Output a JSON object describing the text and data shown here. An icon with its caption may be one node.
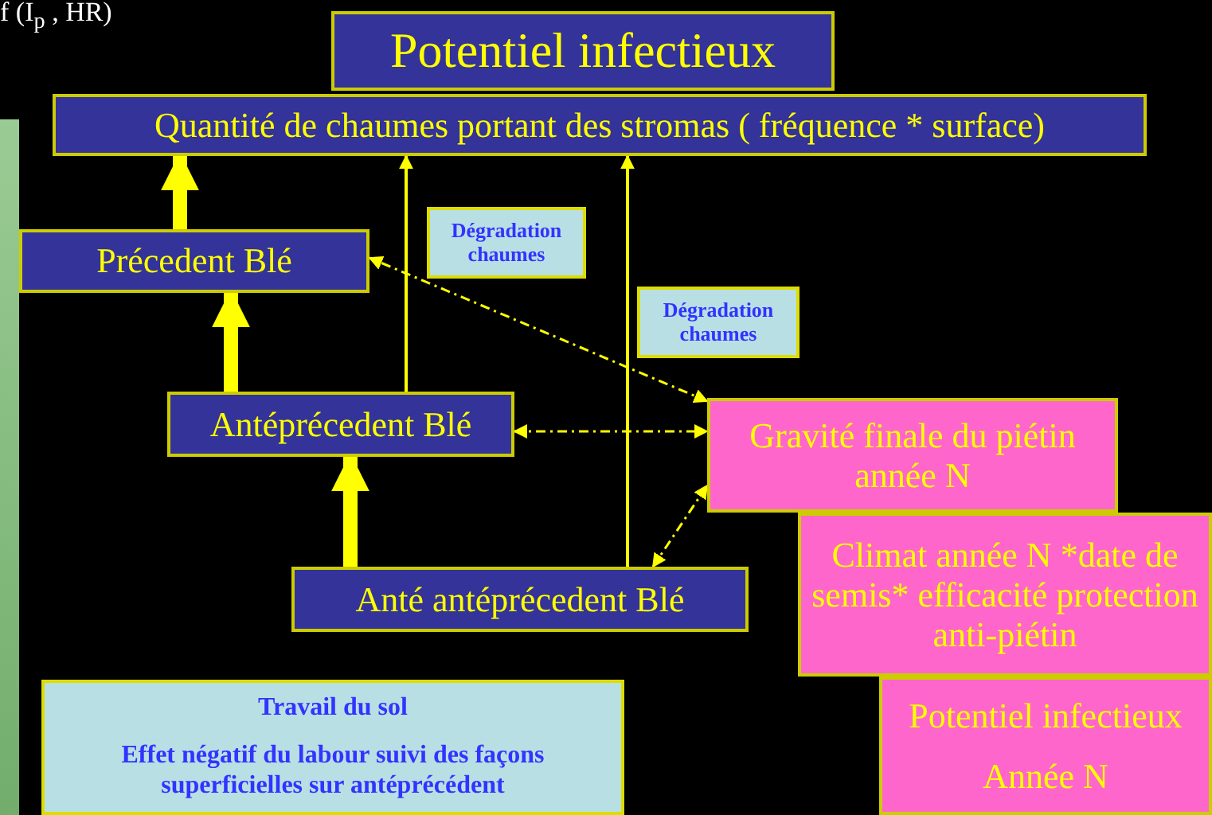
{
  "diagram": {
    "nodes": [
      {
        "text": [
          "Potentiel infectieux"
        ]
      },
      {
        "text": [
          "Quantité de chaumes portant des stromas ( fréquence * surface)"
        ]
      },
      {
        "text": [
          "Précedent Blé"
        ]
      },
      {
        "text": [
          "Dégradation chaumes"
        ]
      },
      {
        "text": [
          "Dégradation chaumes"
        ]
      },
      {
        "text": [
          "Antéprécedent Blé"
        ]
      },
      {
        "text": [
          "Gravité finale du piétin année N"
        ]
      },
      {
        "text": [
          "Climat année N *date de semis* efficacité protection anti-piétin"
        ]
      },
      {
        "text": [
          "Anté antéprécedent Blé"
        ]
      },
      {
        "text": [
          "Travail du sol",
          "Effet négatif du labour suivi des façons superficielles sur antéprécédent"
        ]
      },
      {
        "text": [
          "Potentiel infectieux",
          "Année N"
        ]
      }
    ],
    "edges": [
      {
        "from": 2,
        "to": 1,
        "arrow": "to",
        "style": "thick"
      },
      {
        "from": 5,
        "to": 2,
        "arrow": "to",
        "style": "thick"
      },
      {
        "from": 8,
        "to": 5,
        "arrow": "to",
        "style": "thick"
      },
      {
        "from": 5,
        "to": 1,
        "arrow": "to"
      },
      {
        "from": 8,
        "to": 1,
        "arrow": "to"
      },
      {
        "from": 6,
        "to": 2,
        "arrow": "both",
        "style": "dashed"
      },
      {
        "from": 5,
        "to": 6,
        "arrow": "both",
        "style": "dashed"
      },
      {
        "from": 8,
        "to": 6,
        "arrow": "both",
        "style": "dashed"
      }
    ],
    "labels": [
      "f (I$_{p}$ , HR)"
    ]
  }
}
